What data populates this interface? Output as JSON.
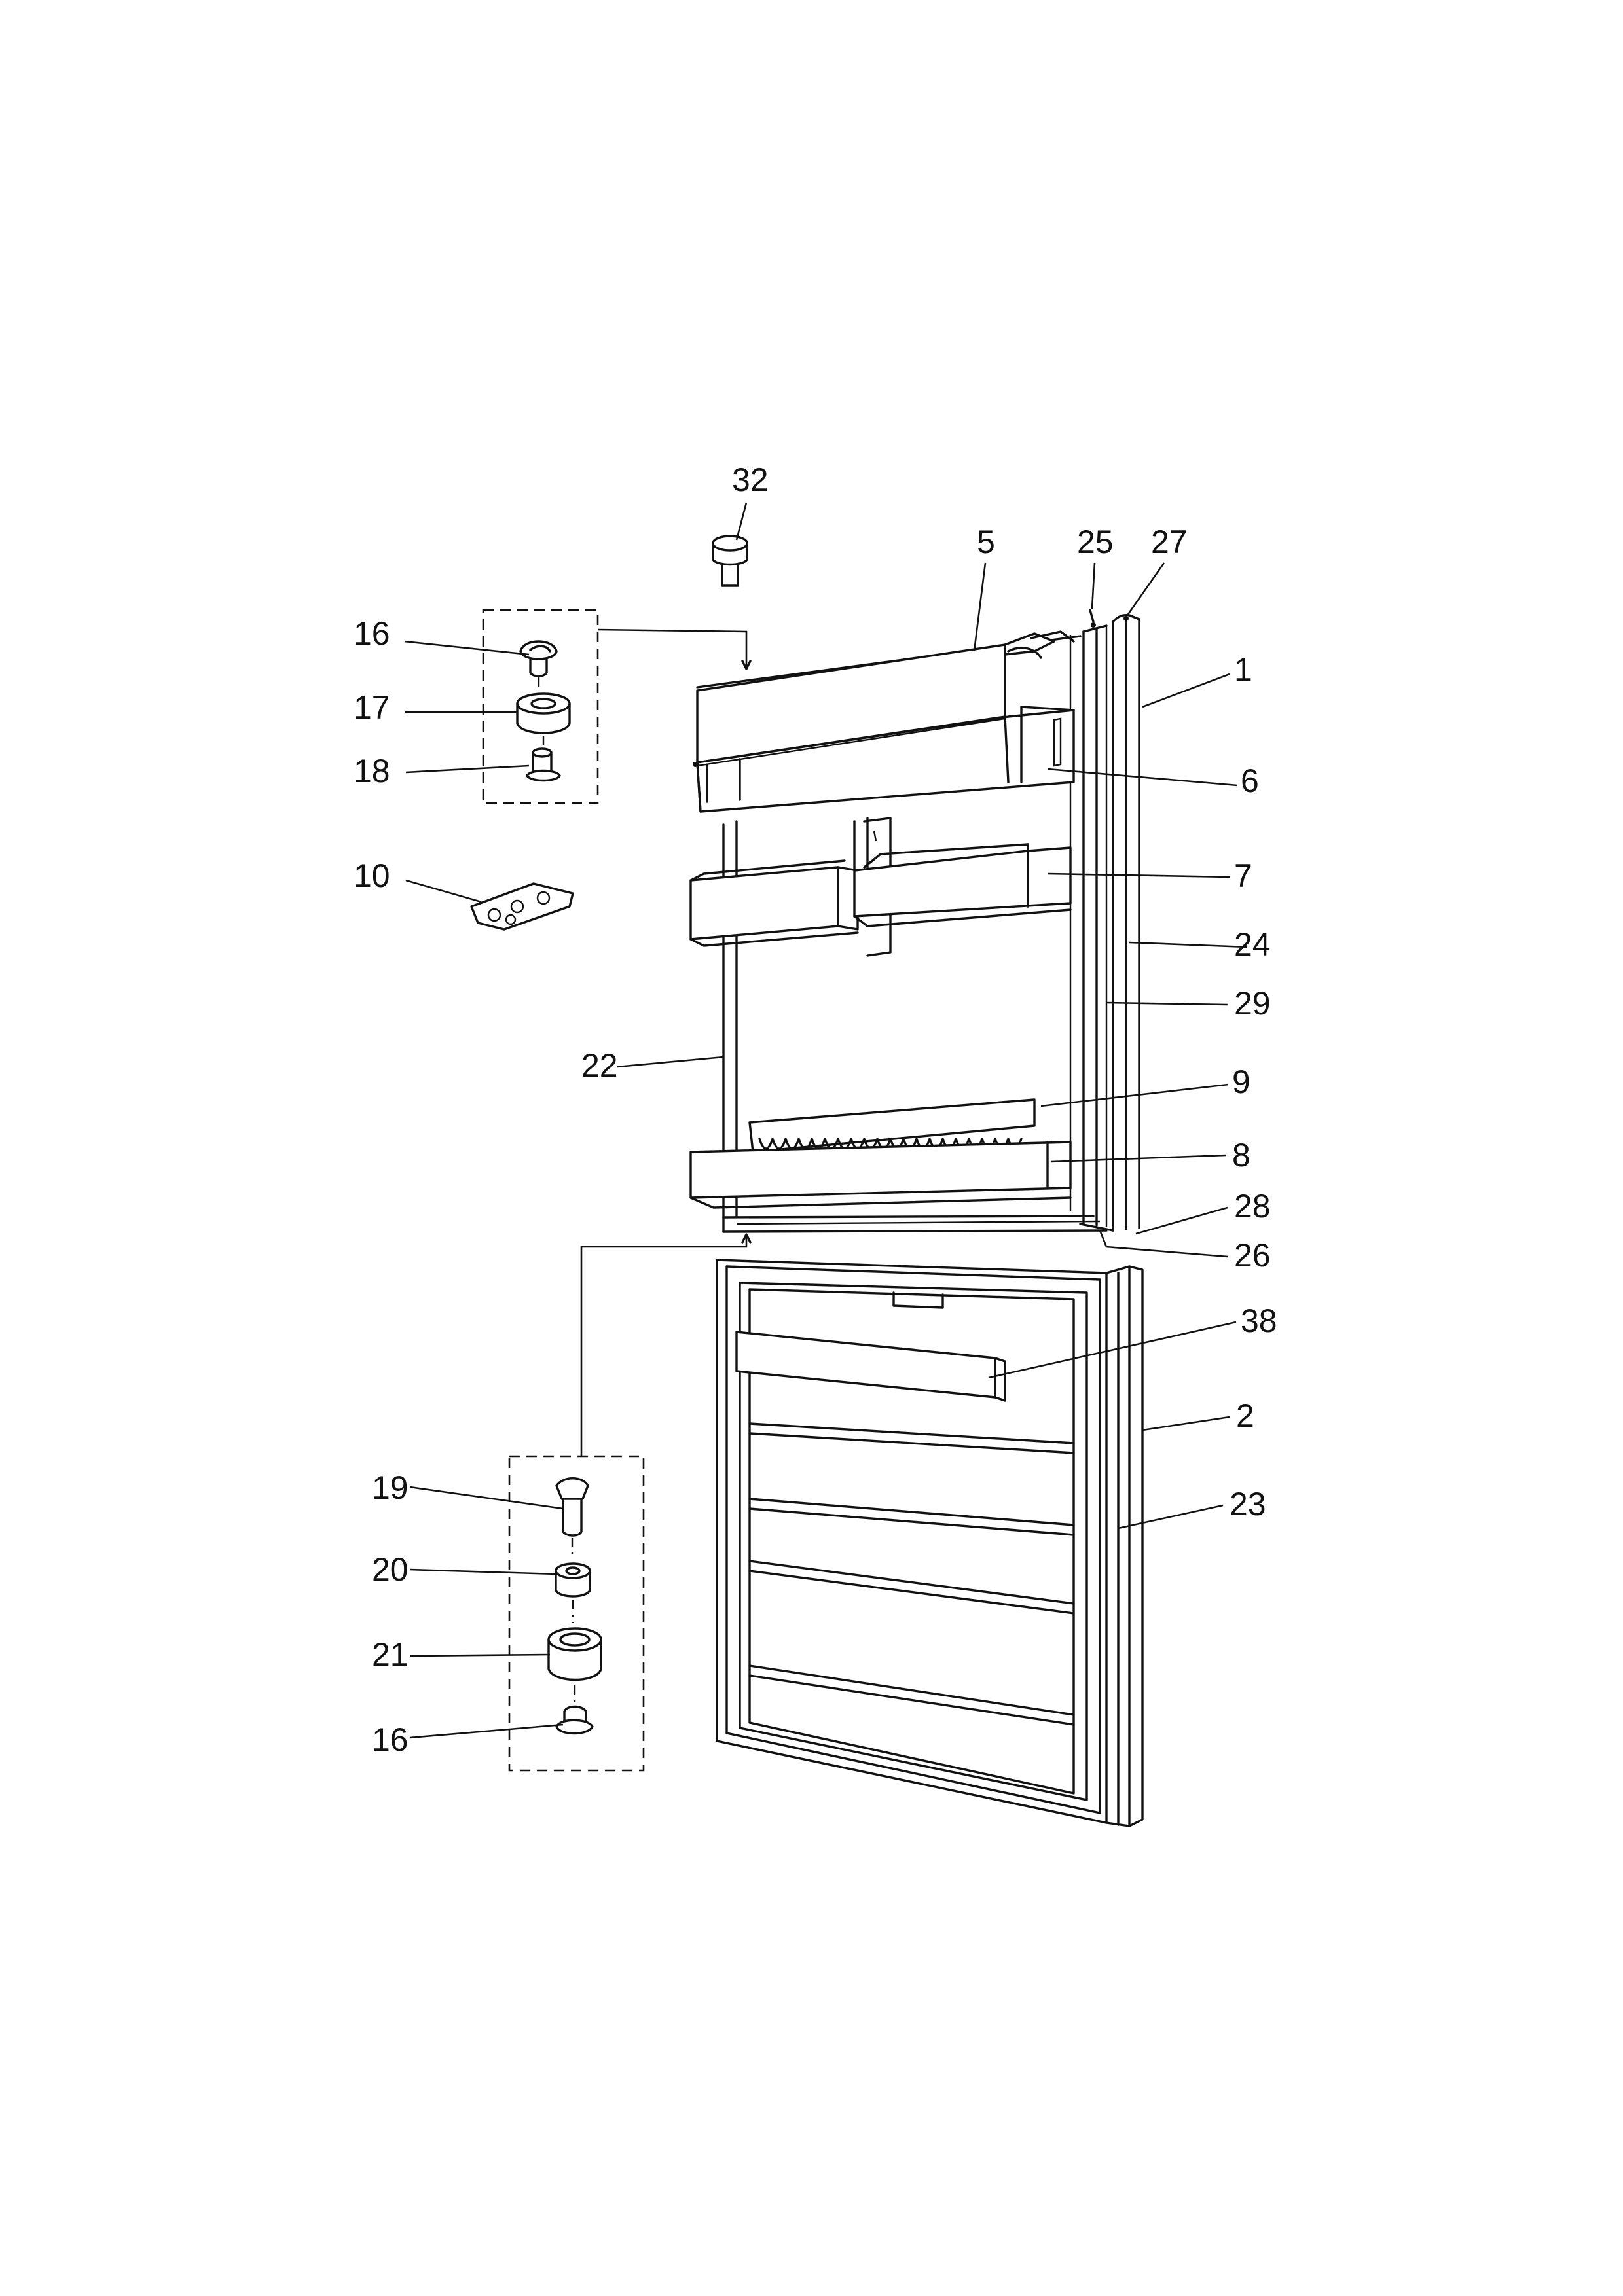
{
  "callouts": [
    {
      "key": "c32",
      "text": "32"
    },
    {
      "key": "c5",
      "text": "5"
    },
    {
      "key": "c25",
      "text": "25"
    },
    {
      "key": "c27",
      "text": "27"
    },
    {
      "key": "c16a",
      "text": "16"
    },
    {
      "key": "c1",
      "text": "1"
    },
    {
      "key": "c17",
      "text": "17"
    },
    {
      "key": "c18",
      "text": "18"
    },
    {
      "key": "c6",
      "text": "6"
    },
    {
      "key": "c10",
      "text": "10"
    },
    {
      "key": "c7",
      "text": "7"
    },
    {
      "key": "c24",
      "text": "24"
    },
    {
      "key": "c29",
      "text": "29"
    },
    {
      "key": "c22",
      "text": "22"
    },
    {
      "key": "c9",
      "text": "9"
    },
    {
      "key": "c8",
      "text": "8"
    },
    {
      "key": "c28",
      "text": "28"
    },
    {
      "key": "c26",
      "text": "26"
    },
    {
      "key": "c38",
      "text": "38"
    },
    {
      "key": "c2",
      "text": "2"
    },
    {
      "key": "c19",
      "text": "19"
    },
    {
      "key": "c23",
      "text": "23"
    },
    {
      "key": "c20",
      "text": "20"
    },
    {
      "key": "c21",
      "text": "21"
    },
    {
      "key": "c16b",
      "text": "16"
    }
  ]
}
